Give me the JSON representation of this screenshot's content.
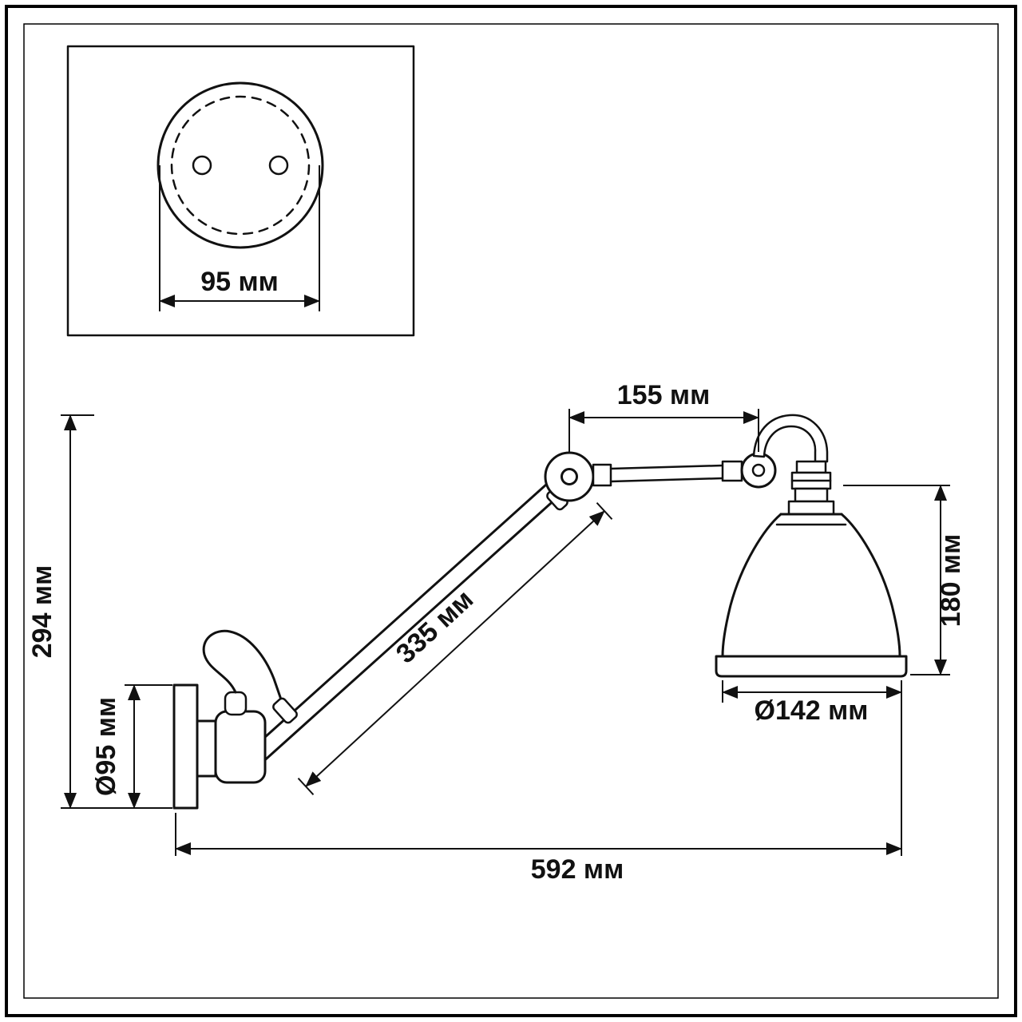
{
  "figure": {
    "kind": "technical dimension drawing",
    "subject": "wall-mounted articulated arm lamp with dome shade",
    "line_color": "#111111",
    "background_color": "#ffffff"
  },
  "inset": {
    "plate_width_label": "95 мм"
  },
  "dimensions": {
    "upper_arm_label": "155 мм",
    "overall_height_label": "294 мм",
    "mount_plate_label": "Ø95 мм",
    "lower_arm_label": "335 мм",
    "shade_height_label": "180 мм",
    "shade_diameter_label": "Ø142 мм",
    "overall_width_label": "592 мм"
  }
}
